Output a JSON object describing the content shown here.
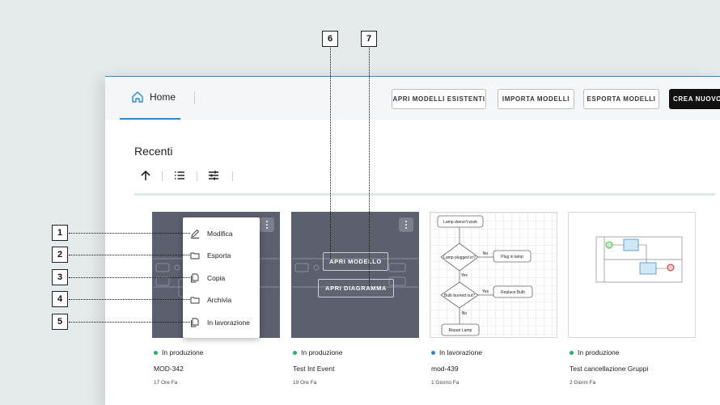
{
  "header": {
    "home_label": "Home",
    "buttons": [
      "APRI MODELLI ESISTENTI",
      "IMPORTA MODELLI",
      "ESPORTA MODELLI",
      "CREA NUOVO"
    ]
  },
  "section_title": "Recenti",
  "menu": {
    "items": [
      "Modifica",
      "Esporta",
      "Copia",
      "Archivia",
      "In lavorazione"
    ]
  },
  "overlay": {
    "open_model": "APRI MODELLO",
    "open_diagram": "APRI DIAGRAMMA"
  },
  "cards": [
    {
      "status": "In produzione",
      "status_color": "#22b35e",
      "name": "MOD-342",
      "time": "17 Ore Fa"
    },
    {
      "status": "In produzione",
      "status_color": "#22b35e",
      "name": "Test Int Event",
      "time": "19 Ore Fa"
    },
    {
      "status": "In lavorazione",
      "status_color": "#2a8ad4",
      "name": "mod-439",
      "time": "1 Giorno Fa"
    },
    {
      "status": "In produzione",
      "status_color": "#22b35e",
      "name": "Test cancellazione Gruppi",
      "time": "2 Giorni Fa"
    }
  ],
  "flowchart": {
    "start": "Lamp doesn't work",
    "q1": "Lamp plugged in?",
    "a1": "Plug in lamp",
    "q2": "Bulb burned out?",
    "a2": "Replace Bulb",
    "end": "Repair Lamp",
    "no": "No",
    "yes": "Yes"
  },
  "callouts": [
    "1",
    "2",
    "3",
    "4",
    "5",
    "6",
    "7"
  ],
  "colors": {
    "accent": "#2a8ad4",
    "prod": "#22b35e",
    "dark_card": "#5b5f6e"
  }
}
